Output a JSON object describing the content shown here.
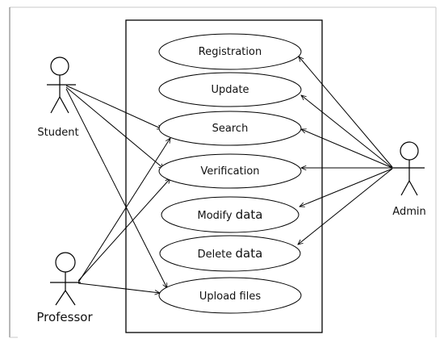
{
  "actors": {
    "student": "Student",
    "professor": "Professor",
    "admin": "Admin"
  },
  "use_cases": {
    "registration": "Registration",
    "update": "Update",
    "search": "Search",
    "verification": "Verification",
    "modify": {
      "main": "Modify ",
      "tail": "data"
    },
    "delete": {
      "main": "Delete ",
      "tail": "data"
    },
    "upload": "Upload files"
  },
  "associations": [
    {
      "from": "Student",
      "to": "Search"
    },
    {
      "from": "Student",
      "to": "Verification"
    },
    {
      "from": "Student",
      "to": "Upload files"
    },
    {
      "from": "Professor",
      "to": "Search"
    },
    {
      "from": "Professor",
      "to": "Verification"
    },
    {
      "from": "Professor",
      "to": "Upload files"
    },
    {
      "from": "Admin",
      "to": "Registration"
    },
    {
      "from": "Admin",
      "to": "Update"
    },
    {
      "from": "Admin",
      "to": "Search"
    },
    {
      "from": "Admin",
      "to": "Verification"
    },
    {
      "from": "Admin",
      "to": "Modify data"
    },
    {
      "from": "Admin",
      "to": "Delete data"
    }
  ]
}
